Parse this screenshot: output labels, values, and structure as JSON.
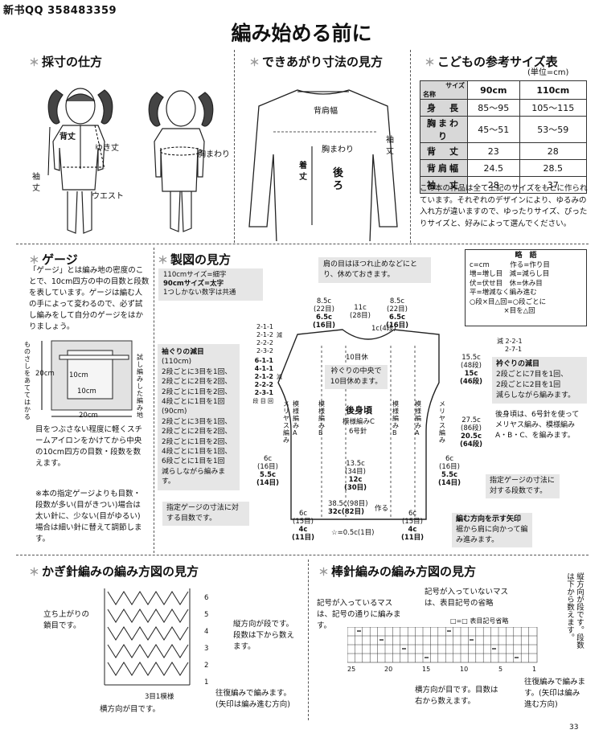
{
  "header": {
    "watermark": "新书QQ 358483359",
    "title": "編み始める前に",
    "page_number": "33"
  },
  "saisun": {
    "title": "採寸の仕方",
    "labels": {
      "back_length": "背丈",
      "yuki": "ゆき丈",
      "sleeve": "袖丈",
      "waist": "ウエスト",
      "chest": "胸まわり"
    }
  },
  "dekiagari": {
    "title": "できあがり寸法の見方",
    "labels": {
      "shoulder": "背肩幅",
      "chest": "胸まわり",
      "length": "着丈",
      "back": "後ろ",
      "sleeve": "袖丈"
    }
  },
  "kodomo": {
    "title": "こどもの参考サイズ表",
    "unit": "(単位=cm)",
    "table": {
      "corner_top": "サイズ",
      "corner_bottom": "名称",
      "cols": [
        "90cm",
        "110cm"
      ],
      "rows": [
        [
          "身　長",
          "85〜95",
          "105〜115"
        ],
        [
          "胸まわり",
          "45〜51",
          "53〜59"
        ],
        [
          "背　丈",
          "23",
          "28"
        ],
        [
          "背肩幅",
          "24.5",
          "28.5"
        ],
        [
          "袖　丈",
          "28",
          "37"
        ]
      ]
    },
    "note": "この本の作品は全て上記のサイズをもとに作られています。それぞれのデザインにより、ゆるみの入れ方が違いますので、ゆったりサイズ、ぴったりサイズと、好みによって選んでください。"
  },
  "gauge": {
    "title": "ゲージ",
    "desc": "「ゲージ」とは編み地の密度のことで、10cm四方の中の目数と段数を表しています。ゲージは編む人の手によって変わるので、必ず試し編みをして自分のゲージをはかりましょう。",
    "ruler_note": "ものさしをあててはかる",
    "swatch_note": "試し編みした編み地",
    "d20a": "20cm",
    "d10a": "10cm",
    "d10b": "10cm",
    "d20b": "20cm",
    "steam": "目をつぶさない程度に軽くスチームアイロンをかけてから中央の10cm四方の目数・段数を数えます。",
    "note2": "※本の指定ゲージよりも目数・段数が多い(目がきつい)場合は太い針に、少ない(目がゆるい)場合は細い針に替えて調節します。"
  },
  "seizu": {
    "title": "製図の見方",
    "legend": {
      "l1": "110cmサイズ=細字",
      "l2": "90cmサイズ=太字",
      "l3": "1つしかない数字は共通"
    },
    "callout_top": "肩の目はほつれ止めなどにとり、休めておきます。",
    "abbr": {
      "title": "略　語",
      "items": [
        "c=cm　　　作る=作り目",
        "増=増し目　減=減らし目",
        "伏=伏せ目　休=休み目",
        "平=増減なく編み進む",
        "○段×目△回=○段ごとに",
        "　　　　　×目を△回"
      ]
    },
    "top": {
      "s1a": "8.5c",
      "s1b": "(22目)",
      "s1c": "6.5c",
      "s1d": "(16目)",
      "mid_a": "11c",
      "mid_b": "(28目)",
      "s2a": "8.5c",
      "s2b": "(22目)",
      "s2c": "6.5c",
      "s2d": "(16目)",
      "c1": "1c(4段)",
      "rest": "10目休"
    },
    "dec_table": {
      "t1": "2-1-1",
      "t2": "2-1-2",
      "t3": "2-2-2",
      "t4": "2-3-2",
      "genA": "減",
      "b1": "6-1-1",
      "b2": "4-1-1",
      "b3": "2-1-2",
      "b4": "2-2-2",
      "b5": "2-3-1",
      "b6": "段 目 回",
      "genB": "減"
    },
    "armhole": {
      "title": "袖ぐりの減目",
      "body": "(110cm)\n2段ごとに3目を1回、\n2段ごとに2目を2回、\n2段ごとに1目を2回、\n4段ごとに1目を1回\n(90cm)\n2段ごとに3目を1回、\n2段ごとに2目を2回、\n2段ごとに1目を2回、\n4段ごとに1目を1回、\n6段ごとに1目を1回\n減らしながら編みます。"
    },
    "neck_note": "衿ぐりの中央で10目休めます。",
    "body_labels": {
      "name": "後身頃",
      "sub1": "模様編みC",
      "sub2": "6号針",
      "k1": "メリヤス編み",
      "pa": "模様編みA",
      "pb": "模様編みB",
      "pb2": "模様編みB",
      "pa2": "模様編みA",
      "k2": "メリヤス編み"
    },
    "right_dec": {
      "a": "2-2-1",
      "b": "2-7-1",
      "mark": "減"
    },
    "collar": {
      "title": "衿ぐりの減目",
      "body": "2段ごとに7目を1回、\n2段ごとに2目を1回\n減らしながら編みます。"
    },
    "right_dims": {
      "r1a": "15.5c",
      "r1b": "(48段)",
      "r1c": "15c",
      "r1d": "(46段)",
      "r2a": "27.5c",
      "r2b": "(86段)",
      "r2c": "20.5c",
      "r2d": "(64段)"
    },
    "right_note": "後身頃は、6号針を使ってメリヤス編み、模様編みA・B・C、を編みます。",
    "side": {
      "l1": "6c",
      "l2": "(16目)",
      "l3": "5.5c",
      "l4": "(14目)",
      "r1": "6c",
      "r1b": "(16目)",
      "r3": "5.5c",
      "r4": "(14目)"
    },
    "center": {
      "c1": "13.5c",
      "c2": "(34目)",
      "c3": "12c",
      "c4": "(30目)"
    },
    "bottom": {
      "b1": "38.5c(98目)",
      "b2": "32c(82目)",
      "make": "作る",
      "bl1": "6c",
      "bl2": "(15目)",
      "bl3": "4c",
      "bl4": "(11目)",
      "br1": "6c",
      "br2": "(15目)",
      "br3": "4c",
      "br4": "(11目)",
      "star": "☆=0.5c(1目)"
    },
    "gauge_note_l": "指定ゲージの寸法に対する目数です。",
    "gauge_note_r": "指定ゲージの寸法に対する段数です。",
    "arrow": {
      "title": "編む方向を示す矢印",
      "body": "裾から肩に向かって編み進みます。"
    }
  },
  "crochet": {
    "title": "かぎ針編みの編み方図の見方",
    "chain_note": "立ち上がりの鎖目です。",
    "rows": [
      "6",
      "5",
      "4",
      "3",
      "2",
      "1"
    ],
    "vertical": "縦方向が段です。段数は下から数えます。",
    "repeat": "3目1模様",
    "horizontal": "横方向が目です。",
    "turn": "往復編みで編みます。(矢印は編み進む方向)"
  },
  "knit": {
    "title": "棒針編みの編み方図の見方",
    "symbol_note": "記号が入っているマスは、記号の通りに編みます。",
    "blank_note": "記号が入っていないマスは、表目記号の省略",
    "legend": "□=□ 表目記号省略",
    "vertical": "縦方向が段です。段数は下から数えます。",
    "horizontal": "横方向が目です。目数は右から数えます。",
    "turn": "往復編みで編みます。(矢印は編み進む方向)",
    "ticks": [
      "25",
      "20",
      "15",
      "10",
      "5",
      "1"
    ]
  }
}
